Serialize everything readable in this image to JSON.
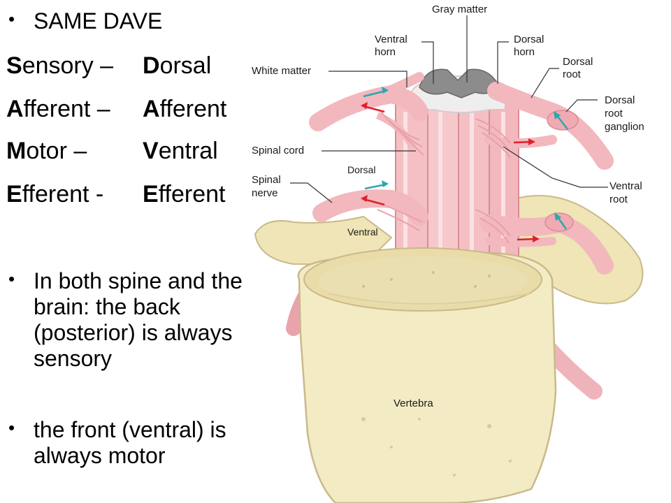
{
  "bullets": {
    "top": "SAME DAVE",
    "rows": [
      {
        "first_letter": "S",
        "rest": "ensory –",
        "pair_letter": "D",
        "pair_rest": "orsal"
      },
      {
        "first_letter": "A",
        "rest": "fferent –",
        "pair_letter": "A",
        "pair_rest": "fferent"
      },
      {
        "first_letter": "M",
        "rest": "otor –",
        "pair_letter": "V",
        "pair_rest": "entral"
      },
      {
        "first_letter": "E",
        "rest": "fferent -",
        "pair_letter": "E",
        "pair_rest": "fferent"
      }
    ],
    "point1": "In both spine and the brain: the back (posterior) is always sensory",
    "point2": "the front (ventral) is always motor"
  },
  "diagram": {
    "labels": {
      "gray_matter": "Gray matter",
      "ventral_horn_1": "Ventral",
      "ventral_horn_2": "horn",
      "dorsal_horn_1": "Dorsal",
      "dorsal_horn_2": "horn",
      "white_matter": "White matter",
      "dorsal_root_1": "Dorsal",
      "dorsal_root_2": "root",
      "drg_1": "Dorsal",
      "drg_2": "root",
      "drg_3": "ganglion",
      "spinal_cord": "Spinal cord",
      "spinal_nerve_1": "Spinal",
      "spinal_nerve_2": "nerve",
      "ventral_root_1": "Ventral",
      "ventral_root_2": "root",
      "vertebra": "Vertebra",
      "overlay_dorsal": "Dorsal",
      "overlay_ventral": "Ventral"
    },
    "colors": {
      "nerve": "#f2b8bd",
      "nerve_dark": "#d98c95",
      "bone": "#f3ebc4",
      "bone_dark": "#c9b98a",
      "gray_matter": "#8c8c8c",
      "sensory_arrow": "#2aa7b0",
      "motor_arrow": "#e0202a"
    }
  }
}
